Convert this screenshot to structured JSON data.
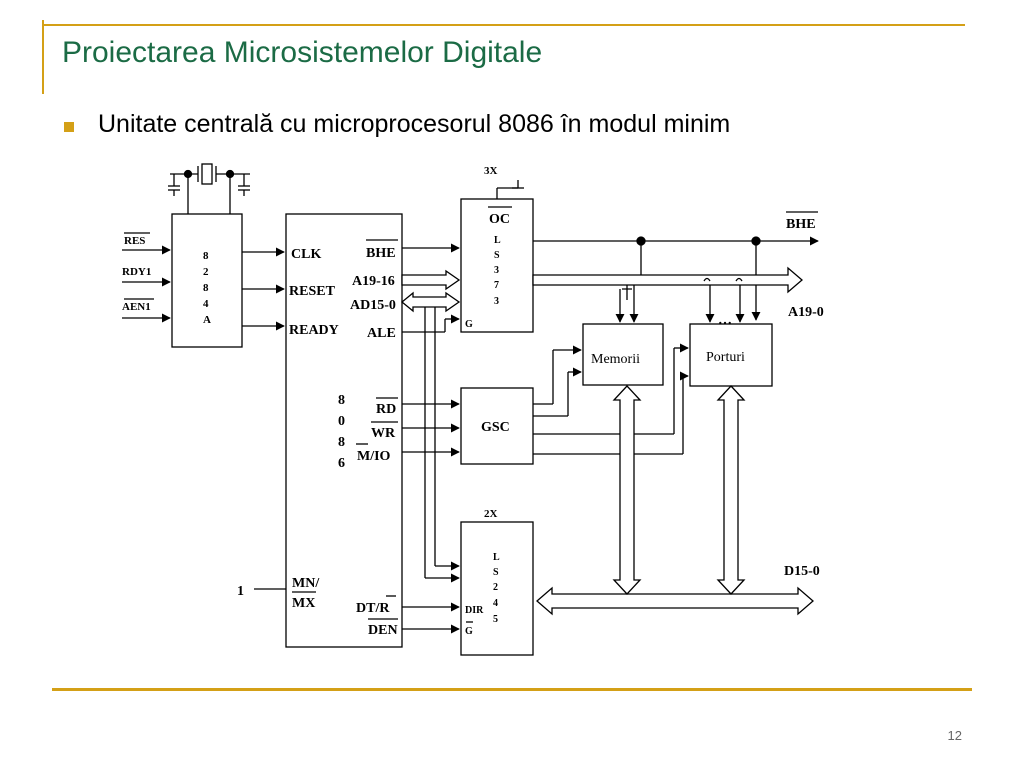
{
  "slide": {
    "title": "Proiectarea Microsistemelor Digitale",
    "bullet": "Unitate centrală cu microprocesorul 8086 în modul minim",
    "page_number": "12"
  },
  "colors": {
    "accent": "#d4a017",
    "title": "#1b6b45"
  },
  "diagram": {
    "clock_gen": {
      "label_chars": [
        "8",
        "2",
        "8",
        "4",
        "A"
      ],
      "inputs": [
        "RES",
        "RDY1",
        "AEN1"
      ]
    },
    "cpu": {
      "label_chars": [
        "8",
        "0",
        "8",
        "6"
      ],
      "left_pins": [
        "CLK",
        "RESET",
        "READY"
      ],
      "right_pins": [
        "BHE",
        "A19-16",
        "AD15-0",
        "ALE"
      ],
      "control_pins": [
        "RD",
        "WR",
        "M/IO"
      ],
      "mode_pins": [
        "MN/",
        "MX"
      ],
      "bottom_pins": [
        "DT/R",
        "DEN"
      ],
      "mode_value": "1"
    },
    "latch": {
      "count": "3X",
      "label_chars": [
        "L",
        "S",
        "3",
        "7",
        "3"
      ],
      "oc": "OC",
      "g": "G"
    },
    "gsc": {
      "label": "GSC"
    },
    "transceiver": {
      "count": "2X",
      "label_chars": [
        "L",
        "S",
        "2",
        "4",
        "5"
      ],
      "dir": "DIR",
      "g": "G"
    },
    "memory": {
      "label": "Memorii"
    },
    "ports": {
      "label": "Porturi",
      "dots": "…"
    },
    "buses": {
      "bhe": "BHE",
      "address": "A19-0",
      "data": "D15-0"
    }
  }
}
